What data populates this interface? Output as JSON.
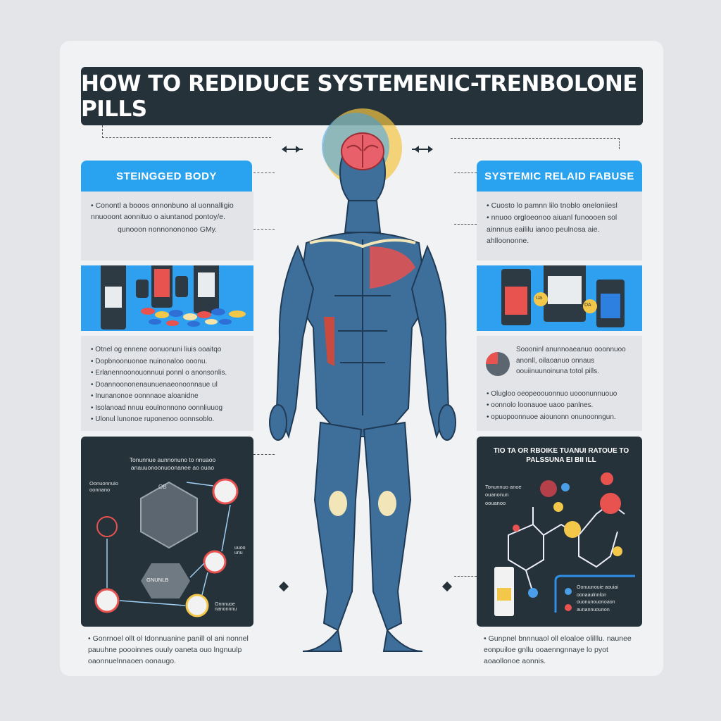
{
  "title": "HOW TO REDIDUCE SYSTEMENIC-TRENBOLONE PILLS",
  "left": {
    "header": "STEINGGED BODY",
    "intro": [
      "Conontl a booos onnonbuno al uonnalligio nnuooont aonnituo o aiuntanod pontoy/e.",
      "qunooon nonnonononoo GMy."
    ],
    "bullets": [
      "Otnel og ennene oonuonuni liuis ooaitqo",
      "Dopbnoonuonoe nuinonaloo ooonu.",
      "Erlanennoonouonnuui ponnl o anonsonlis.",
      "Doannoononenaunuenaeonoonnaue ul",
      "Inunanonoe oonnnaoe aloanidne",
      "Isolanoad nnuu eoulnonnono oonnliuuog",
      "Ulonul lunonoe ruponenoo oonnsoblo."
    ],
    "panel_title": "Tonunnue aunnonuno to nnuaoo anauuonoonuoonanee ao ouao",
    "panel_side_label": "Oonuonnuio oonnano",
    "hex_label": "OB",
    "hex_label_2": "GNUNLB",
    "panel_right_label": "uuoo unu",
    "panel_bottom_label": "Onnnuoe nanonnnu",
    "footer": [
      "Gonrnoel ollt ol Idonnuanine panill ol ani nonnel pauuhne poooinnes ouuly oaneta ouo lngnuulp oaonnuelnnaoen oonaugo."
    ]
  },
  "right": {
    "header": "SYSTEMIC RELAID FABUSE",
    "intro": [
      "Cuosto lo pamnn lilo tnoblo oneloniiesl",
      "nnuoo orgloeonoo aiuanl funoooen sol ainnnus eaililu ianoo peulnosa aie. ahlloononne."
    ],
    "pill_label_1": "Ua",
    "pill_label_2": "DA",
    "chart_text": "Soooninl anunnoaeanuo ooonnuoo anonll, oilaoanuo onnaus oouiinuunoinuna totol pills.",
    "bullets": [
      "Olugloo oeopeoouonnuo uooonunnuouo",
      "oonnolo loonauoe uaoo panlnes.",
      "opuopoonnuoe aiounonn onunoonngun."
    ],
    "panel_title": "TIO TA OR RBOIKE TUANUI RATOUE TO PALSSUNA EI BII ILL",
    "panel_side_label": "Tonunnuo anoe ouanonun oouanoo",
    "legend": "Oonuunouie aouiai oonaaulnnlon ouonunouonoaon aunannuounon",
    "footer": [
      "Gunpnel bnnnuaol oll eloaloe olilllu. naunee eonpuiloe gnllu ooaenngnnaye lo pyot aoaollonoe aonnis."
    ]
  },
  "colors": {
    "accent": "#29a3ef",
    "dark": "#26323a",
    "muscle": "#3d6f9a"
  }
}
